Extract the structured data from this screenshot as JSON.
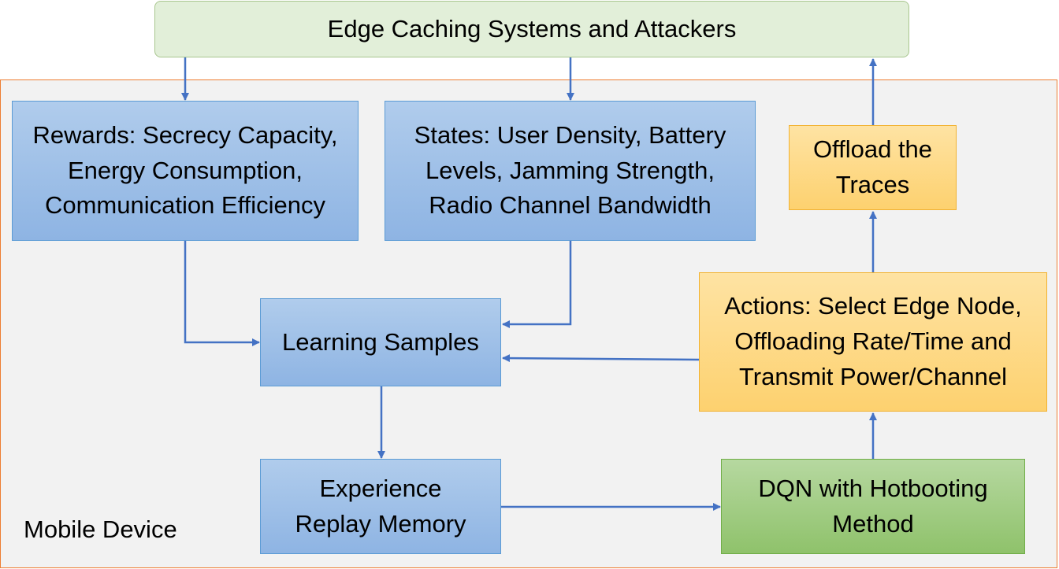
{
  "diagram": {
    "top_box": "Edge Caching Systems and Attackers",
    "region_label": "Mobile Device",
    "rewards": "Rewards: Secrecy Capacity, Energy Consumption, Communication Efficiency",
    "states": "States: User Density, Battery Levels, Jamming Strength, Radio Channel Bandwidth",
    "offload": "Offload the Traces",
    "learning_samples": "Learning Samples",
    "actions": "Actions: Select Edge Node, Offloading Rate/Time and Transmit Power/Channel",
    "experience": "Experience Replay Memory",
    "dqn": "DQN with Hotbooting Method",
    "colors": {
      "blue_box": "#9dbfe8",
      "orange_box": "#fdd67f",
      "green_box": "#a2cc85",
      "top_box": "#e2efd9",
      "arrow": "#4472c4",
      "region_border": "#ed7d31"
    }
  }
}
